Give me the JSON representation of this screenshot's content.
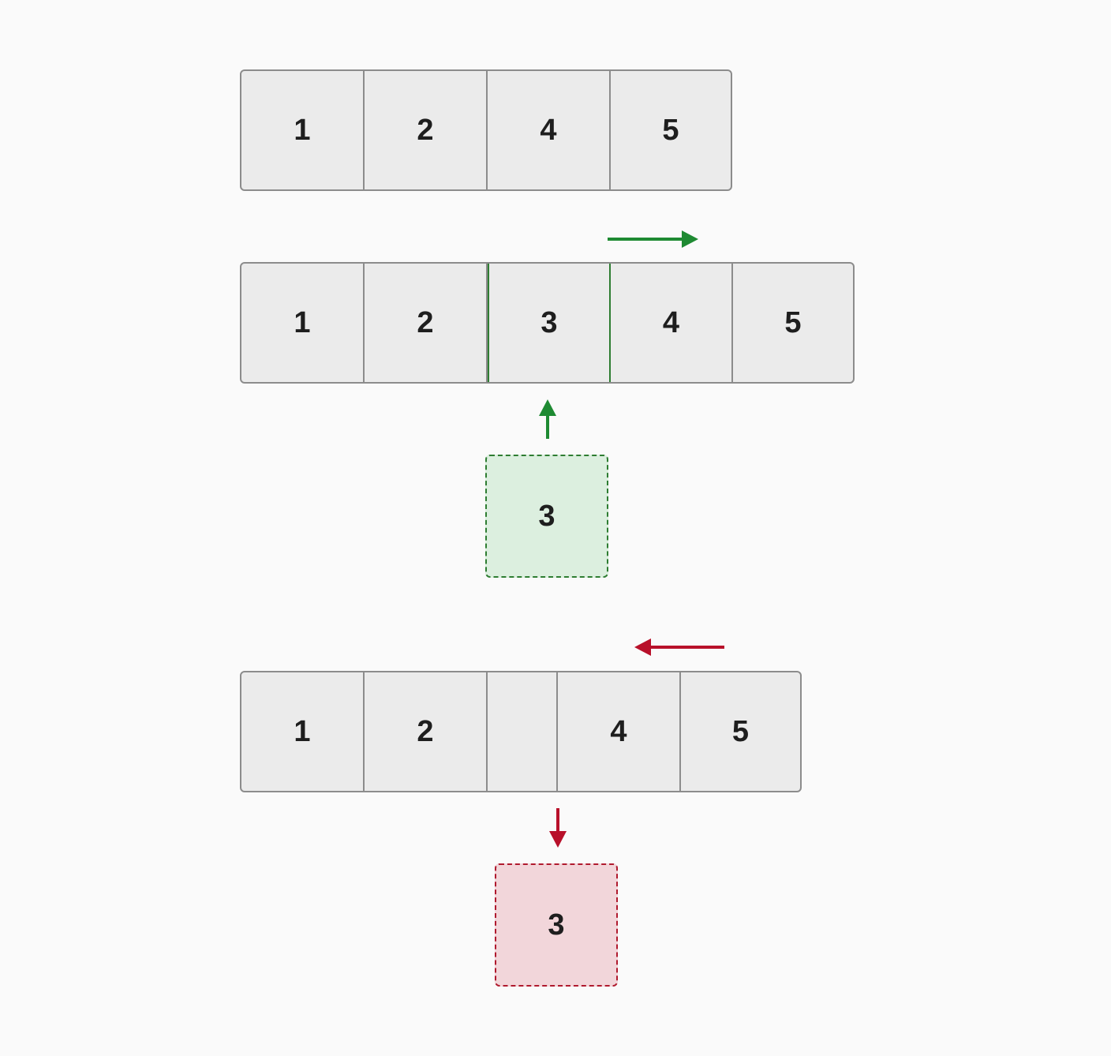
{
  "row1": {
    "cells": [
      "1",
      "2",
      "4",
      "5"
    ]
  },
  "row2": {
    "cells": [
      "1",
      "2",
      "3",
      "4",
      "5"
    ]
  },
  "insert_tile": {
    "label": "3"
  },
  "row3": {
    "cells": [
      "1",
      "2",
      "",
      "4",
      "5"
    ]
  },
  "remove_tile": {
    "label": "3"
  },
  "colors": {
    "background": "#fafafa",
    "cell_fill": "#ebebeb",
    "cell_border": "#8c8c8c",
    "insert_green": "#1e8a32",
    "insert_fill": "#dcefdf",
    "remove_red": "#b8102a",
    "remove_fill": "#f2d6da"
  }
}
